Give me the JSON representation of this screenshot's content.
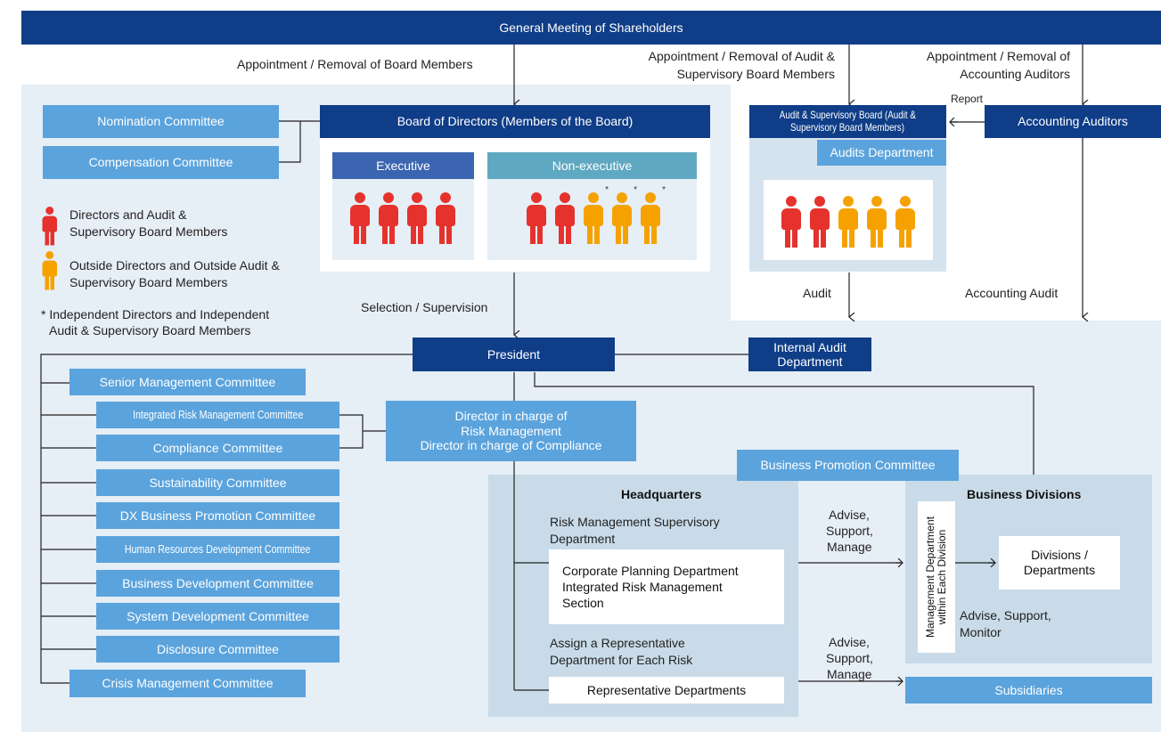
{
  "top_bar": "General Meeting of Shareholders",
  "arrow_labels": {
    "appointment_board": "Appointment / Removal of Board Members",
    "appointment_audit_1": "Appointment / Removal of Audit &",
    "appointment_audit_2": "Supervisory Board Members",
    "appointment_accounting_1": "Appointment / Removal of",
    "appointment_accounting_2": "Accounting Auditors",
    "report": "Report",
    "audit": "Audit",
    "accounting_audit": "Accounting Audit",
    "selection_supervision": "Selection / Supervision",
    "advise1_1": "Advise,",
    "advise1_2": "Support,",
    "advise1_3": "Manage",
    "advise2_1": "Advise,",
    "advise2_2": "Support,",
    "advise2_3": "Manage",
    "advise_monitor_1": "Advise, Support,",
    "advise_monitor_2": "Monitor"
  },
  "committees_top": {
    "nomination": "Nomination Committee",
    "compensation": "Compensation Committee"
  },
  "board": {
    "title": "Board of Directors (Members of the Board)",
    "executive": "Executive",
    "non_executive": "Non-executive",
    "star": "*"
  },
  "audit_board": {
    "title_1": "Audit & Supervisory Board (Audit &",
    "title_2": "Supervisory Board Members)",
    "audits_department": "Audits Department"
  },
  "accounting_auditors": "Accounting Auditors",
  "legend": {
    "directors_1": "Directors and Audit &",
    "directors_2": "Supervisory Board Members",
    "outside_1": "Outside Directors and Outside Audit &",
    "outside_2": "Supervisory Board Members",
    "independent_1": "* Independent Directors and Independent",
    "independent_2": "Audit & Supervisory Board Members"
  },
  "president": "President",
  "internal_audit_1": "Internal Audit",
  "internal_audit_2": "Department",
  "committees": [
    "Senior Management Committee",
    "Integrated Risk Management Committee",
    "Compliance Committee",
    "Sustainability Committee",
    "DX Business Promotion Committee",
    "Human Resources Development Committee",
    "Business Development Committee",
    "System Development Committee",
    "Disclosure Committee",
    "Crisis Management Committee"
  ],
  "director_in_charge": {
    "line1": "Director in charge of",
    "line2": "Risk Management",
    "line3": "Director in charge of Compliance"
  },
  "business_promotion": "Business Promotion Committee",
  "headquarters": {
    "title": "Headquarters",
    "risk_sup_1": "Risk Management Supervisory",
    "risk_sup_2": "Department",
    "corp_1": "Corporate Planning Department",
    "corp_2": "Integrated Risk Management",
    "corp_3": "Section",
    "assign_1": "Assign a Representative",
    "assign_2": "Department for Each Risk",
    "representative": "Representative Departments"
  },
  "business_divisions": {
    "title": "Business Divisions",
    "mgmt_1": "Management Department",
    "mgmt_2": "within Each Division",
    "divisions_1": "Divisions /",
    "divisions_2": "Departments"
  },
  "subsidiaries": "Subsidiaries",
  "colors": {
    "navy": "#0f3d87",
    "mid_blue": "#5ba3dc",
    "light_bg": "#e6eef6",
    "red": "#e5322d",
    "yellow": "#f5a200"
  }
}
